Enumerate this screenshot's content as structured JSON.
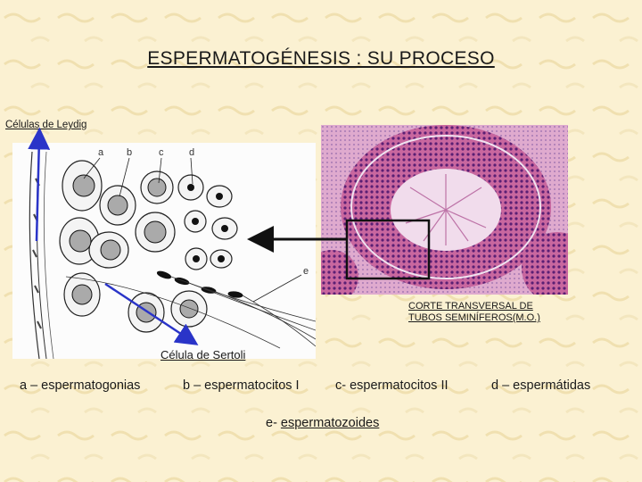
{
  "title": "ESPERMATOGÉNESIS : SU PROCESO",
  "labels": {
    "leydig": "Células de Leydig",
    "sertoli": "Célula de Sertoli",
    "corte_line1": "CORTE TRANSVERSAL DE",
    "corte_line2": "TUBOS SEMINÍFEROS(M.O.)"
  },
  "diagram_letters": {
    "a": "a",
    "b": "b",
    "c": "c",
    "d": "d",
    "e": "e"
  },
  "legend": {
    "a": "a –  espermatogonias",
    "b": "b – espermatocitos I",
    "c": "c- espermatocitos II",
    "d": "d – espermátidas",
    "e_prefix": "e- ",
    "e_word": "espermatozoides"
  },
  "colors": {
    "background": "#fbf1d2",
    "arrow_blue": "#2a34c8",
    "tissue_pink": "#c9679f",
    "nuclei_purple": "#5a1f74"
  }
}
